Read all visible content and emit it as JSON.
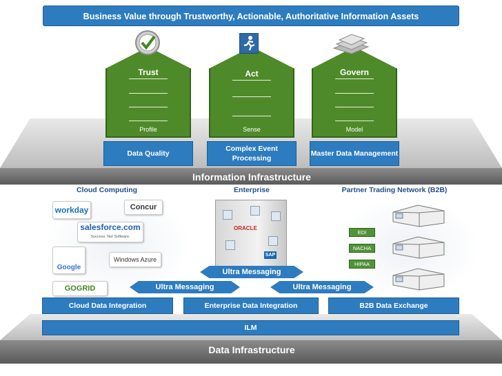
{
  "banner": {
    "title": "Business Value through Trustworthy, Actionable, Authoritative Information Assets"
  },
  "pillars": [
    {
      "title": "Trust",
      "subtitle": "Profile",
      "box": "Data Quality"
    },
    {
      "title": "Act",
      "subtitle": "Sense",
      "box": "Complex Event Processing"
    },
    {
      "title": "Govern",
      "subtitle": "Model",
      "box": "Master Data Management"
    }
  ],
  "info_infra": {
    "label": "Information Infrastructure"
  },
  "sections": {
    "cloud": "Cloud Computing",
    "enterprise": "Enterprise",
    "partner": "Partner Trading Network (B2B)"
  },
  "cloud_logos": {
    "workday": "workday",
    "concur": "Concur",
    "salesforce": "salesforce.com",
    "salesforce_tag": "Success. Not Software.",
    "google": "Google",
    "windows_azure": "Windows Azure",
    "gogrid": "GOGRID"
  },
  "enterprise_logos": {
    "oracle": "ORACLE",
    "sap": "SAP"
  },
  "b2b_tags": [
    "EDI",
    "NACHA",
    "HIPAA"
  ],
  "messaging": {
    "center": "Ultra Messaging",
    "left": "Ultra Messaging",
    "right": "Ultra Messaging"
  },
  "integration": {
    "cloud": "Cloud Data Integration",
    "enterprise": "Enterprise Data Integration",
    "b2b": "B2B Data Exchange"
  },
  "ilm": {
    "label": "ILM"
  },
  "data_infra": {
    "label": "Data Infrastructure"
  },
  "colors": {
    "blue": "#2d7cbf",
    "green": "#4f8a2a",
    "slab": "#6f6f6f"
  },
  "icons": [
    "checkmark-seal-icon",
    "running-person-icon",
    "server-stack-icon"
  ]
}
